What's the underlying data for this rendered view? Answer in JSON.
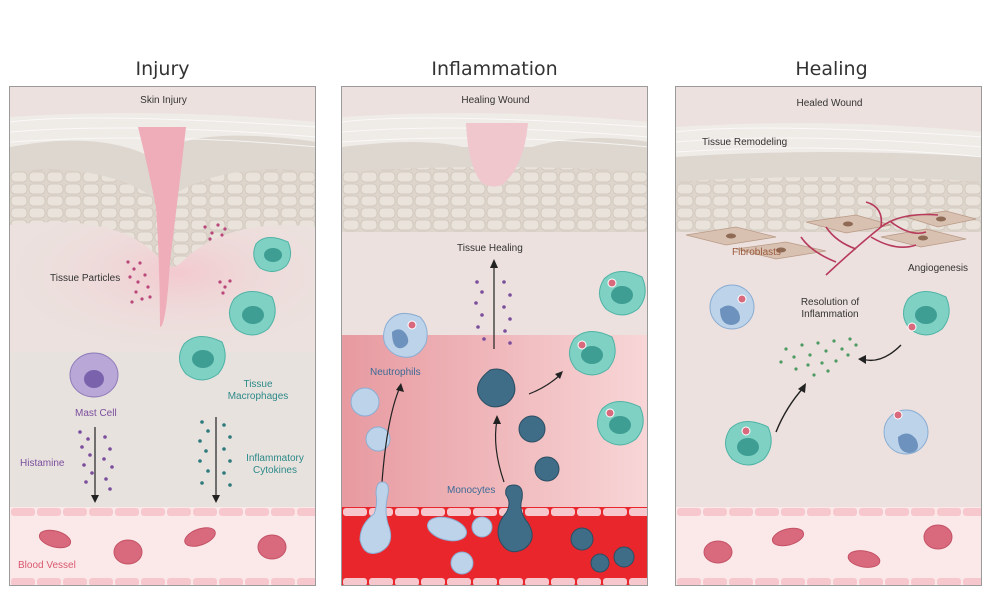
{
  "panels": {
    "injury": {
      "title": "Injury",
      "labels": {
        "skin_injury": "Skin Injury",
        "tissue_particles": "Tissue Particles",
        "tissue_macrophages": "Tissue\nMacrophages",
        "mast_cell": "Mast Cell",
        "histamine": "Histamine",
        "inflammatory_cytokines": "Inflammatory\nCytokines",
        "blood_vessel": "Blood Vessel"
      }
    },
    "inflammation": {
      "title": "Inflammation",
      "labels": {
        "healing_wound": "Healing Wound",
        "tissue_healing": "Tissue Healing",
        "neutrophils": "Neutrophils",
        "monocytes": "Monocytes"
      }
    },
    "healing": {
      "title": "Healing",
      "labels": {
        "healed_wound": "Healed Wound",
        "tissue_remodeling": "Tissue Remodeling",
        "fibroblasts": "Fibroblasts",
        "angiogenesis": "Angiogenesis",
        "resolution": "Resolution of\nInflammation"
      }
    }
  },
  "colors": {
    "skin": "#e8e3df",
    "dermis": "#ece1de",
    "vessel": "#fbe9ea",
    "vessel_inflamed": "#e8262b",
    "rbc": "#d9697c",
    "macrophage": "#7fd1c4",
    "neutrophil": "#bcd3ea",
    "monocyte": "#3f6c86",
    "mast_cell": "#b9a7d7",
    "histamine": "#7a4e9c",
    "cytokine": "#2c7a7c",
    "fibroblast": "#d9c1b2",
    "angiogenesis": "#b73a5c"
  }
}
